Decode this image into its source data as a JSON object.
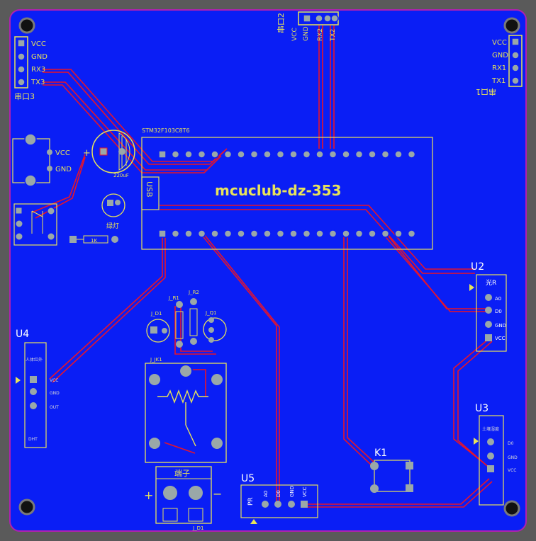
{
  "board": {
    "title": "mcuclub-dz-353",
    "colors": {
      "board": "#0a1ef5",
      "trace": "#e8142a",
      "silk": "#e8e35a",
      "pad": "#9aa8a8",
      "outline": "#b020b0"
    }
  },
  "headers": {
    "serial2": {
      "name": "串口2",
      "pins": [
        "VCC",
        "GND",
        "RX2",
        "TX2"
      ]
    },
    "serial3": {
      "name": "串口3",
      "pins": [
        "VCC",
        "GND",
        "RX3",
        "TX3"
      ]
    },
    "serial1": {
      "name": "串口1",
      "pins": [
        "VCC",
        "GND",
        "RX1",
        "TX1"
      ]
    }
  },
  "mcu": {
    "part": "STM32F103C8T6",
    "usb_label": "USB"
  },
  "power_in": {
    "pins": [
      "VCC",
      "GND"
    ]
  },
  "capacitor": {
    "value": "220uF",
    "plus": "+"
  },
  "led": {
    "label": "绿灯"
  },
  "resistor": {
    "label": "1K"
  },
  "modules": {
    "u2": {
      "ref": "U2",
      "title": "光R",
      "pins": [
        "A0",
        "D0",
        "GND",
        "VCC"
      ]
    },
    "u3": {
      "ref": "U3",
      "title": "土壤湿度",
      "pins": [
        "D0",
        "GND",
        "VCC"
      ]
    },
    "u4": {
      "ref": "U4",
      "title": "人体红外",
      "pins": [
        "VCC",
        "GND",
        "OUT"
      ],
      "bottom": "DHT"
    },
    "u5": {
      "ref": "U5",
      "title": "PR",
      "pins": [
        "A0",
        "D0",
        "GND",
        "VCC"
      ]
    }
  },
  "relay_area": {
    "q1": "J_Q1",
    "r1": "J_R1",
    "r2": "J_R2",
    "d1": "J_D1",
    "jk1": "J_JK1",
    "terminal": "端子",
    "terminal_ref": "J_D1",
    "plus": "+",
    "minus": "−"
  },
  "key": {
    "ref": "K1"
  }
}
